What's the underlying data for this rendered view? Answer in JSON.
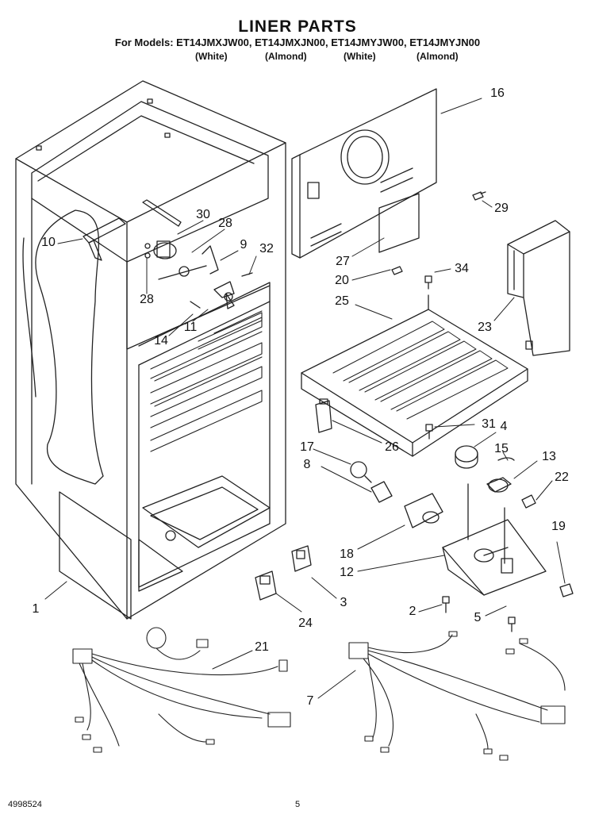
{
  "header": {
    "title": "LINER PARTS",
    "models": "For Models: ET14JMXJW00, ET14JMXJN00, ET14JMYJW00, ET14JMYJN00",
    "finishes": [
      "(White)",
      "(Almond)",
      "(White)",
      "(Almond)"
    ]
  },
  "callouts": [
    "16",
    "29",
    "30",
    "28",
    "9",
    "32",
    "10",
    "34",
    "27",
    "20",
    "28",
    "25",
    "23",
    "14",
    "11",
    "31",
    "4",
    "26",
    "17",
    "15",
    "13",
    "8",
    "22",
    "19",
    "18",
    "12",
    "1",
    "2",
    "5",
    "3",
    "24",
    "21",
    "7"
  ],
  "footer": {
    "part_number": "4998524",
    "page": "5"
  }
}
